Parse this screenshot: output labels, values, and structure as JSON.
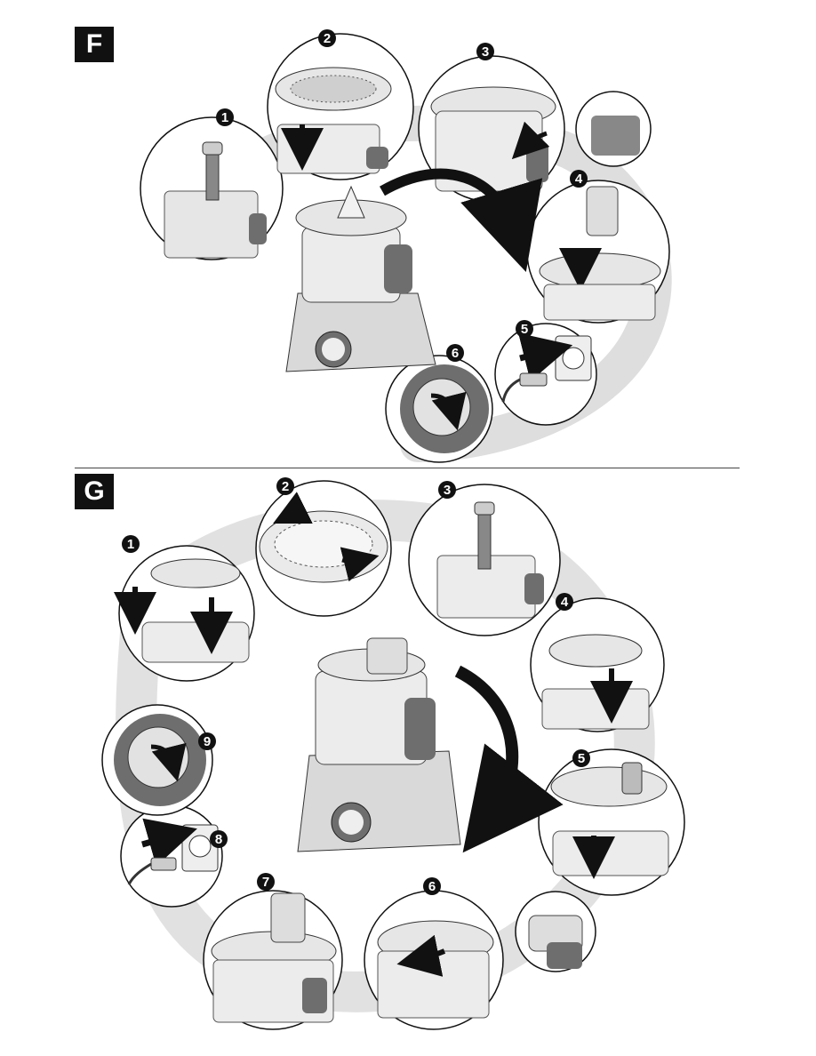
{
  "sections": [
    {
      "label": "F",
      "steps": [
        "1",
        "2",
        "3",
        "4",
        "5",
        "6"
      ]
    },
    {
      "label": "G",
      "steps": [
        "1",
        "2",
        "3",
        "4",
        "5",
        "6",
        "7",
        "8",
        "9"
      ]
    }
  ],
  "colors": {
    "ink": "#111111",
    "shadow": "#bdbdbd",
    "appliance": "#d9d9d9",
    "dark_part": "#6e6e6e"
  }
}
